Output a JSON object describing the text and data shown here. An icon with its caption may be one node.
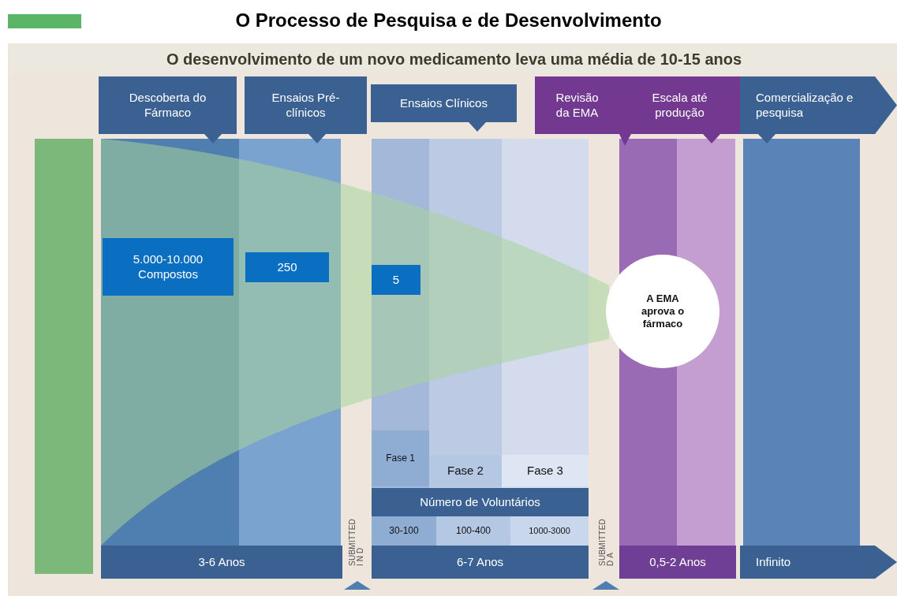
{
  "diagram": {
    "title": "O Processo de Pesquisa e de Desenvolvimento",
    "nodes": [
      {
        "text": [
          "Descoberta do Fármaco"
        ]
      },
      {
        "text": [
          "Ensaios Pré-clínicos"
        ]
      },
      {
        "text": [
          "Ensaios Clínicos"
        ]
      },
      {
        "text": [
          "Revisão da EMA"
        ]
      },
      {
        "text": [
          "Escala até produção"
        ]
      },
      {
        "text": [
          "Comercialização e pesquisa"
        ]
      },
      {
        "text": [
          "5.000-10.000 Compostos"
        ]
      },
      {
        "text": [
          "250"
        ]
      },
      {
        "text": [
          "5"
        ]
      },
      {
        "text": [
          "A EMA aprova o fármaco"
        ]
      },
      {
        "text": [
          "Fase 1"
        ]
      },
      {
        "text": [
          "Fase 2"
        ]
      },
      {
        "text": [
          "Fase 3"
        ]
      },
      {
        "text": [
          "Número de Voluntários"
        ]
      },
      {
        "text": [
          "30-100"
        ]
      },
      {
        "text": [
          "100-400"
        ]
      },
      {
        "text": [
          "1000-3000"
        ]
      },
      {
        "text": [
          "3-6 Anos"
        ]
      },
      {
        "text": [
          "6-7 Anos"
        ]
      },
      {
        "text": [
          "0,5-2 Anos"
        ]
      },
      {
        "text": [
          "Infinito"
        ]
      }
    ],
    "labels": [
      "O desenvolvimento de um novo medicamento leva uma média de 10-15 anos",
      "IND",
      "SUBMITTED",
      "DA",
      "SUBMITTED"
    ]
  }
}
